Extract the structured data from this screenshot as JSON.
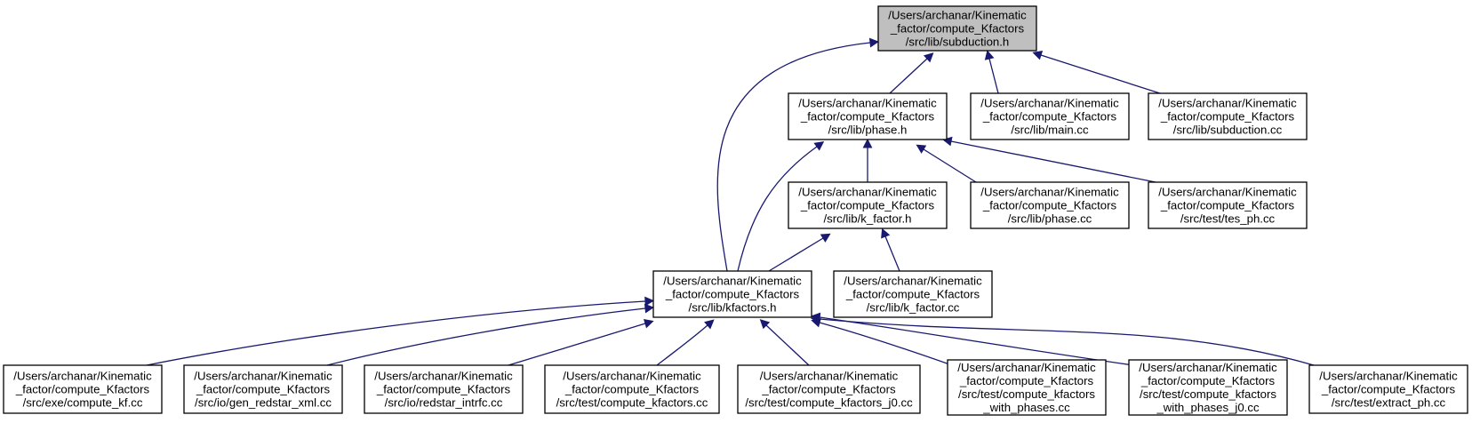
{
  "graph": {
    "type": "doxygen-include-dependency-graph",
    "root": "subduction_h",
    "colors": {
      "edge": "#191970",
      "root_fill": "#bfbfbf",
      "node_fill": "#ffffff",
      "node_border": "#000000"
    },
    "nodes": [
      {
        "id": "subduction_h",
        "lines": [
          "/Users/archanar/Kinematic",
          "_factor/compute_Kfactors",
          "/src/lib/subduction.h"
        ],
        "highlighted": true
      },
      {
        "id": "phase_h",
        "lines": [
          "/Users/archanar/Kinematic",
          "_factor/compute_Kfactors",
          "/src/lib/phase.h"
        ]
      },
      {
        "id": "main_cc",
        "lines": [
          "/Users/archanar/Kinematic",
          "_factor/compute_Kfactors",
          "/src/lib/main.cc"
        ]
      },
      {
        "id": "subduction_cc",
        "lines": [
          "/Users/archanar/Kinematic",
          "_factor/compute_Kfactors",
          "/src/lib/subduction.cc"
        ]
      },
      {
        "id": "k_factor_h",
        "lines": [
          "/Users/archanar/Kinematic",
          "_factor/compute_Kfactors",
          "/src/lib/k_factor.h"
        ]
      },
      {
        "id": "phase_cc",
        "lines": [
          "/Users/archanar/Kinematic",
          "_factor/compute_Kfactors",
          "/src/lib/phase.cc"
        ]
      },
      {
        "id": "tes_ph_cc",
        "lines": [
          "/Users/archanar/Kinematic",
          "_factor/compute_Kfactors",
          "/src/test/tes_ph.cc"
        ]
      },
      {
        "id": "kfactors_h",
        "lines": [
          "/Users/archanar/Kinematic",
          "_factor/compute_Kfactors",
          "/src/lib/kfactors.h"
        ]
      },
      {
        "id": "k_factor_cc",
        "lines": [
          "/Users/archanar/Kinematic",
          "_factor/compute_Kfactors",
          "/src/lib/k_factor.cc"
        ]
      },
      {
        "id": "compute_kf_cc",
        "lines": [
          "/Users/archanar/Kinematic",
          "_factor/compute_Kfactors",
          "/src/exe/compute_kf.cc"
        ]
      },
      {
        "id": "gen_redstar_xml_cc",
        "lines": [
          "/Users/archanar/Kinematic",
          "_factor/compute_Kfactors",
          "/src/io/gen_redstar_xml.cc"
        ]
      },
      {
        "id": "redstar_intrfc_cc",
        "lines": [
          "/Users/archanar/Kinematic",
          "_factor/compute_Kfactors",
          "/src/io/redstar_intrfc.cc"
        ]
      },
      {
        "id": "compute_kfactors_cc",
        "lines": [
          "/Users/archanar/Kinematic",
          "_factor/compute_Kfactors",
          "/src/test/compute_kfactors.cc"
        ]
      },
      {
        "id": "compute_kfactors_j0_cc",
        "lines": [
          "/Users/archanar/Kinematic",
          "_factor/compute_Kfactors",
          "/src/test/compute_kfactors_j0.cc"
        ]
      },
      {
        "id": "compute_kfactors_with_phases_cc",
        "lines": [
          "/Users/archanar/Kinematic",
          "_factor/compute_Kfactors",
          "/src/test/compute_kfactors",
          "_with_phases.cc"
        ]
      },
      {
        "id": "compute_kfactors_with_phases_j0_cc",
        "lines": [
          "/Users/archanar/Kinematic",
          "_factor/compute_Kfactors",
          "/src/test/compute_kfactors",
          "_with_phases_j0.cc"
        ]
      },
      {
        "id": "extract_ph_cc",
        "lines": [
          "/Users/archanar/Kinematic",
          "_factor/compute_Kfactors",
          "/src/test/extract_ph.cc"
        ]
      }
    ],
    "edges": [
      {
        "from": "phase_h",
        "to": "subduction_h"
      },
      {
        "from": "main_cc",
        "to": "subduction_h"
      },
      {
        "from": "subduction_cc",
        "to": "subduction_h"
      },
      {
        "from": "kfactors_h",
        "to": "subduction_h"
      },
      {
        "from": "k_factor_h",
        "to": "phase_h"
      },
      {
        "from": "phase_cc",
        "to": "phase_h"
      },
      {
        "from": "tes_ph_cc",
        "to": "phase_h"
      },
      {
        "from": "kfactors_h",
        "to": "phase_h"
      },
      {
        "from": "kfactors_h",
        "to": "k_factor_h"
      },
      {
        "from": "k_factor_cc",
        "to": "k_factor_h"
      },
      {
        "from": "compute_kf_cc",
        "to": "kfactors_h"
      },
      {
        "from": "gen_redstar_xml_cc",
        "to": "kfactors_h"
      },
      {
        "from": "redstar_intrfc_cc",
        "to": "kfactors_h"
      },
      {
        "from": "compute_kfactors_cc",
        "to": "kfactors_h"
      },
      {
        "from": "compute_kfactors_j0_cc",
        "to": "kfactors_h"
      },
      {
        "from": "compute_kfactors_with_phases_cc",
        "to": "kfactors_h"
      },
      {
        "from": "compute_kfactors_with_phases_j0_cc",
        "to": "kfactors_h"
      },
      {
        "from": "extract_ph_cc",
        "to": "kfactors_h"
      }
    ]
  }
}
